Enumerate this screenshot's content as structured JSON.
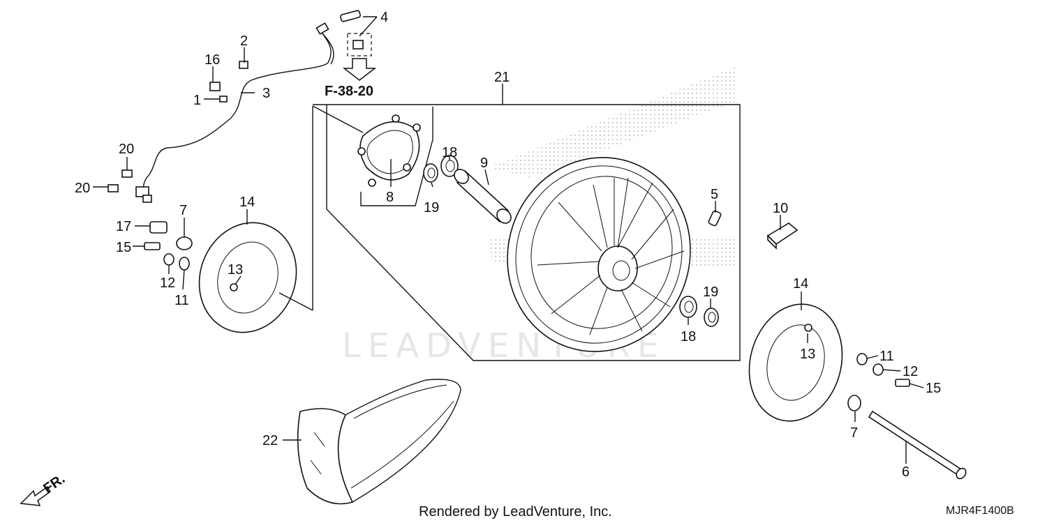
{
  "watermark": "LEADVENTURE",
  "reference": "F-38-20",
  "footer": {
    "rendered_by": "Rendered by LeadVenture, Inc.",
    "diagram_code": "MJR4F1400B"
  },
  "direction": "FR.",
  "callouts": {
    "c1": "1",
    "c2": "2",
    "c3": "3",
    "c4": "4",
    "c5": "5",
    "c6": "6",
    "c7a": "7",
    "c7b": "7",
    "c8": "8",
    "c9": "9",
    "c10": "10",
    "c11a": "11",
    "c11b": "11",
    "c12a": "12",
    "c12b": "12",
    "c13a": "13",
    "c13b": "13",
    "c14a": "14",
    "c14b": "14",
    "c15a": "15",
    "c15b": "15",
    "c16": "16",
    "c17": "17",
    "c18a": "18",
    "c18b": "18",
    "c19a": "19",
    "c19b": "19",
    "c20a": "20",
    "c20b": "20",
    "c21": "21",
    "c22": "22"
  }
}
